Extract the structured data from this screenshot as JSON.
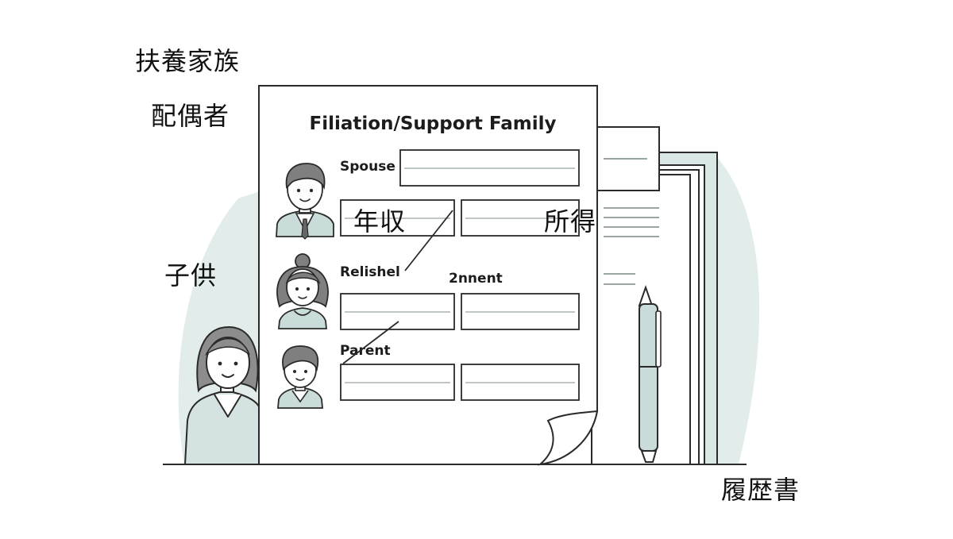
{
  "form": {
    "title": "Filiation/Support Family",
    "labels": {
      "spouse": "Spouse",
      "relative": "Relishel",
      "parent_amount": "2nnent",
      "parent": "Parent"
    }
  },
  "annotations": {
    "dependent_family": "扶養家族",
    "spouse": "配偶者",
    "annual_income": "年収",
    "income": "所得",
    "children": "子供",
    "resume": "履歴書"
  },
  "colors": {
    "accent_teal": "#d4e3e1",
    "pen_body": "#c9dcd9",
    "line": "#2a2a2a"
  },
  "icons": [
    "man-avatar-icon",
    "woman-avatar-icon",
    "child-avatar-icon",
    "woman-figure-icon",
    "pen-icon",
    "document-stack-icon"
  ]
}
